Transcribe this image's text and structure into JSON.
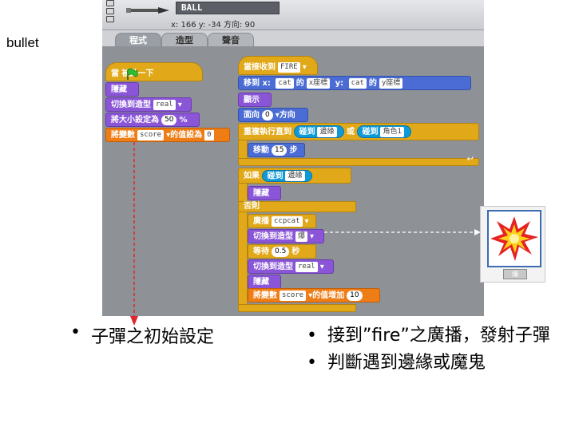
{
  "slide": {
    "label": "bullet"
  },
  "sprite": {
    "name": "BALL",
    "coords": "x: 166   y: -34   方向: 90"
  },
  "tabs": [
    {
      "label": "程式"
    },
    {
      "label": "造型"
    },
    {
      "label": "聲音"
    }
  ],
  "script1": {
    "hat": "當  被點一下",
    "hide": "隱藏",
    "switch_costume": {
      "label": "切換到造型",
      "value": "real"
    },
    "set_size": {
      "label": "將大小設定為",
      "value": "50",
      "unit": "%"
    },
    "set_var": {
      "label": "將變數",
      "var": "score",
      "mid": "的值設為",
      "value": "0"
    }
  },
  "script2": {
    "hat": {
      "label": "當接收到",
      "value": "FIRE"
    },
    "goto": {
      "label": "移到 x:",
      "x_sprite": "cat",
      "x_of": "的",
      "x_attr": "x座標",
      "y_label": "y:",
      "y_sprite": "cat",
      "y_of": "的",
      "y_attr": "y座標"
    },
    "show": "顯示",
    "point": {
      "label": "面向",
      "value": "0",
      "unit": "方向"
    },
    "repeat_until": {
      "label": "重複執行直到",
      "touch1": "碰到",
      "touch1_target": "邊緣",
      "or": "或",
      "touch2": "碰到",
      "touch2_target": "角色1"
    },
    "move": {
      "label": "移動",
      "value": "15",
      "unit": "步"
    },
    "if_cond": {
      "label": "如果",
      "touch": "碰到",
      "target": "邊緣"
    },
    "if_hide": "隱藏",
    "else": "否則",
    "broadcast": {
      "label": "廣播",
      "value": "ccpcat"
    },
    "switch1": {
      "label": "切換到造型",
      "value": "爆"
    },
    "wait": {
      "label": "等待",
      "value": "0.5",
      "unit": "秒"
    },
    "switch2": {
      "label": "切換到造型",
      "value": "real"
    },
    "else_hide": "隱藏",
    "change_var": {
      "label": "將變數",
      "var": "score",
      "mid": "的值增加",
      "value": "10"
    }
  },
  "costume": {
    "label": "爆"
  },
  "bullets_left": [
    "子彈之初始設定"
  ],
  "bullets_right": [
    "接到”fire”之廣播，發射子彈",
    "判斷遇到邊緣或魔鬼"
  ],
  "colors": {
    "control": "#e1a91a",
    "looks": "#8a55d7",
    "motion": "#4a6cd4",
    "variables": "#ee7d16",
    "sensing": "#0e9ad8",
    "arrow": "#e0262e"
  }
}
